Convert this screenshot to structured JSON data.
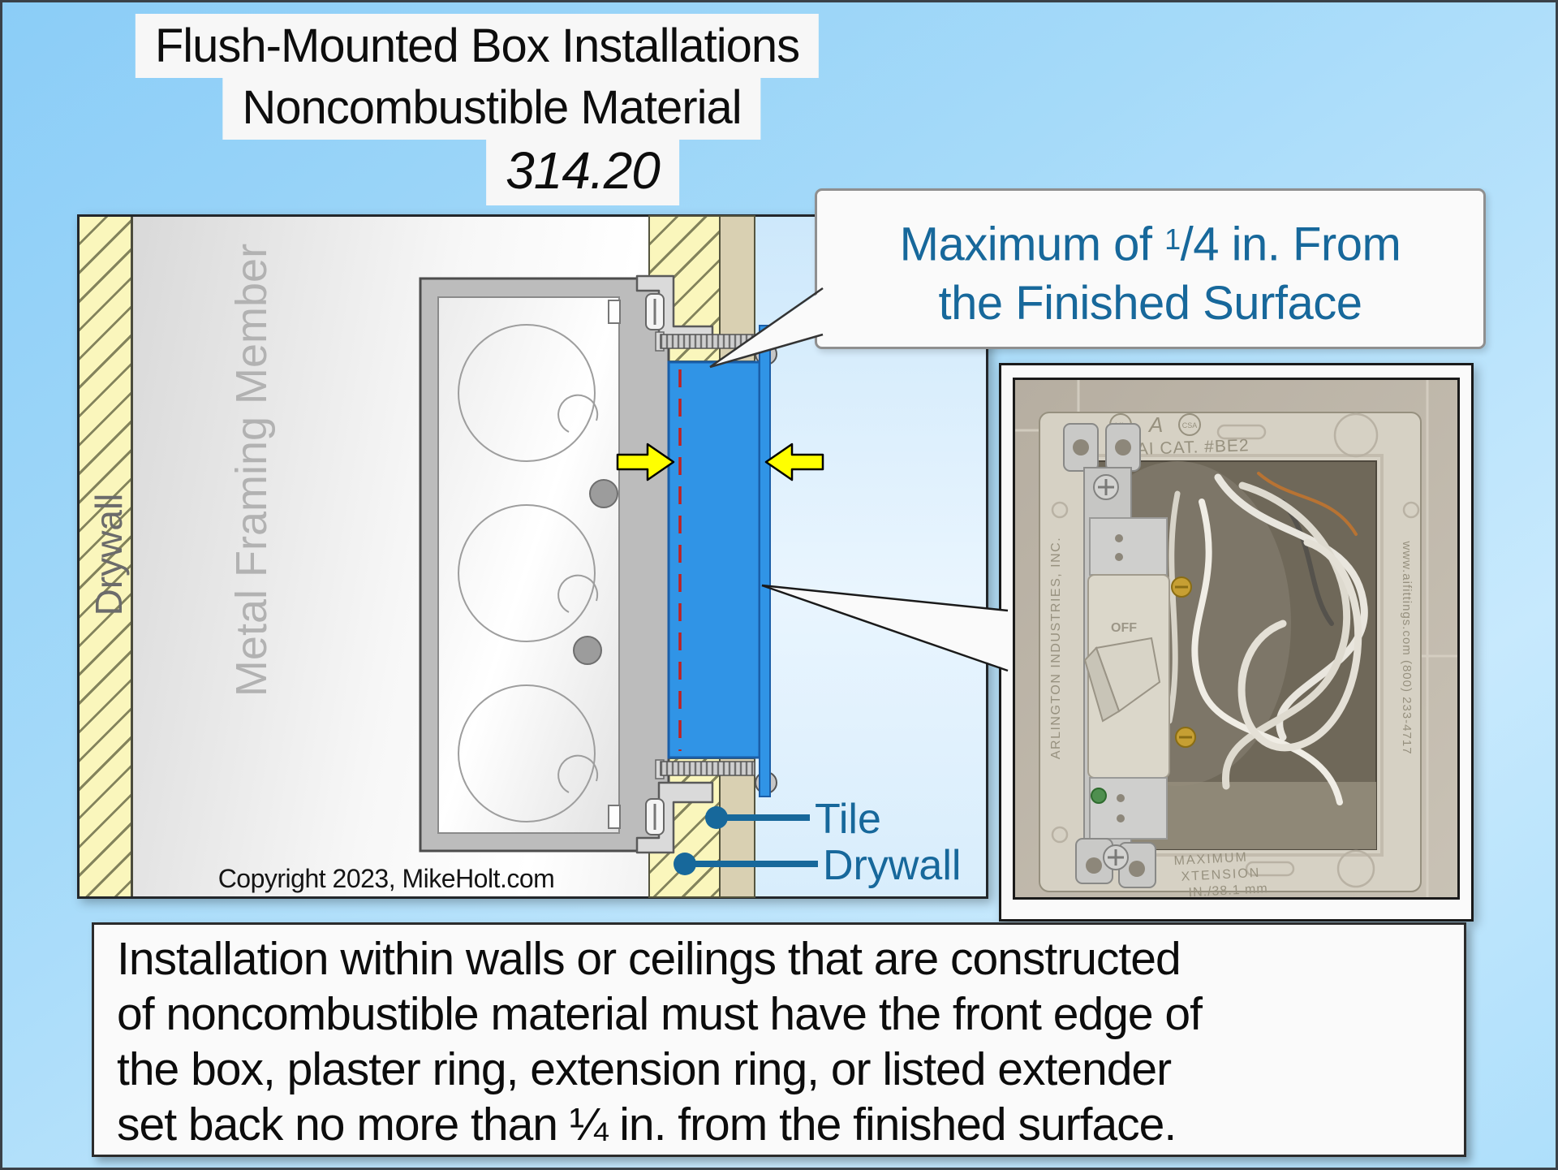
{
  "title": {
    "line1": "Flush-Mounted Box Installations",
    "line2": "Noncombustible Material",
    "line3": "314.20"
  },
  "callout": {
    "line1_pre": "Maximum of ",
    "frac_sup": "1",
    "frac_rest": "/4",
    "line1_post": " in. From",
    "line2": "the Finished Surface"
  },
  "diagram": {
    "drywall_left_label": "Drywall",
    "framing_label": "Metal Framing Member",
    "tile_label": "Tile",
    "drywall_label": "Drywall",
    "copyright": "Copyright 2023, MikeHolt.com"
  },
  "photo": {
    "cat_label": "AI CAT. #BE2",
    "logo_ul": "UL",
    "logo_a": "A",
    "logo_csa": "CSA",
    "brand_left": "ARLINGTON INDUSTRIES, INC.",
    "brand_right": "www.aifittings.com  (800) 233-4717",
    "max_line1": "MAXIMUM",
    "max_line2": "XTENSION",
    "max_line3": "IN./38.1 mm",
    "switch_label": "OFF"
  },
  "body": {
    "lines": [
      "Installation within walls or ceilings that are constructed",
      "of noncombustible material must have the front edge of",
      "the box, plaster ring, extension ring, or listed extender",
      "set back no more than ¼ in. from the finished surface."
    ]
  },
  "colors": {
    "accent_teal": "#17689b",
    "extender_blue": "#3094e6",
    "extender_border": "#1a5ea8",
    "drywall_yellow": "#faf6bc",
    "hatch_line": "#83835c",
    "tile_tan": "#d9d0b2",
    "arrow_yellow": "#ffff00",
    "setback_red": "#c02020",
    "background_blue": "#8ccef7"
  }
}
